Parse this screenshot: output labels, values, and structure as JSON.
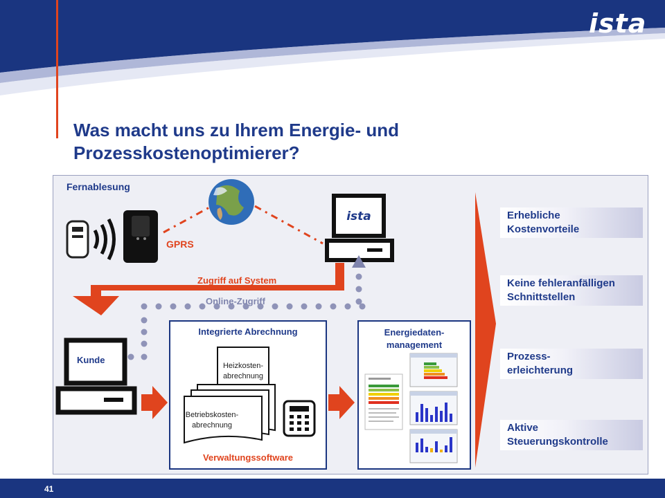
{
  "header": {
    "logo": "ista",
    "title_line1": "Was macht uns zu Ihrem Energie- und",
    "title_line2": "Prozesskostenoptimierer?"
  },
  "diagram": {
    "remote_reading_label": "Fernablesung",
    "gprs_label": "GPRS",
    "system_access_label": "Zugriff auf System",
    "online_access_label": "Online-Zugriff",
    "customer_label": "Kunde",
    "computer_screen_logo": "ista",
    "integrated_billing": {
      "title": "Integrierte Abrechnung",
      "heating_doc_line1": "Heizkosten-",
      "heating_doc_line2": "abrechnung",
      "operating_doc_line1": "Betriebskosten-",
      "operating_doc_line2": "abrechnung",
      "footer": "Verwaltungssoftware"
    },
    "energy_management": {
      "title_line1": "Energiedaten-",
      "title_line2": "management"
    }
  },
  "benefits": [
    {
      "line1": "Erhebliche",
      "line2": "Kostenvorteile"
    },
    {
      "line1": "Keine fehleranfälligen",
      "line2": "Schnittstellen"
    },
    {
      "line1": "Prozess-",
      "line2": "erleichterung"
    },
    {
      "line1": "Aktive",
      "line2": "Steuerungskontrolle"
    }
  ],
  "footer": {
    "page_number": "41"
  },
  "colors": {
    "brand_blue": "#1a3580",
    "accent_orange": "#e0441e",
    "dot_gray": "#8f93b8",
    "title_blue": "#1f3a8a"
  }
}
